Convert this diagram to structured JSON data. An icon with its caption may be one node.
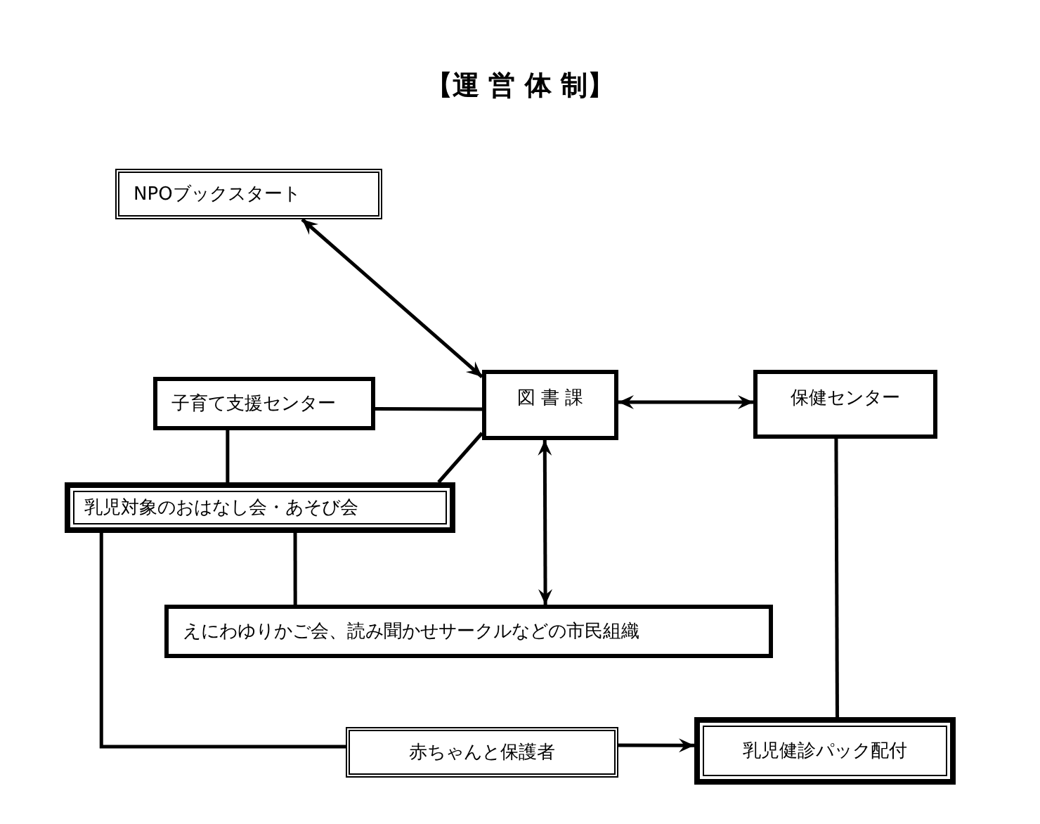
{
  "diagram": {
    "title": "【運 営 体 制】",
    "nodes": [
      {
        "text": [
          "NPOブックスタート"
        ]
      },
      {
        "text": [
          "子育て支援センター"
        ]
      },
      {
        "text": [
          "図 書 課"
        ]
      },
      {
        "text": [
          "保健センター"
        ]
      },
      {
        "text": [
          "乳児対象のおはなし会・あそび会"
        ]
      },
      {
        "text": [
          "えにわゆりかご会、読み聞かせサークルなどの市民組織"
        ]
      },
      {
        "text": [
          "赤ちゃんと保護者"
        ]
      },
      {
        "text": [
          "乳児健診パック配付"
        ]
      }
    ],
    "edges": [
      {
        "from": 0,
        "to": 2,
        "arrow": "both"
      },
      {
        "from": 1,
        "to": 2,
        "arrow": "none"
      },
      {
        "from": 2,
        "to": 3,
        "arrow": "both"
      },
      {
        "from": 1,
        "to": 4,
        "arrow": "none"
      },
      {
        "from": 2,
        "to": 4,
        "arrow": "none"
      },
      {
        "from": 2,
        "to": 5,
        "arrow": "both"
      },
      {
        "from": 4,
        "to": 5,
        "arrow": "none"
      },
      {
        "from": 4,
        "to": 6,
        "arrow": "none"
      },
      {
        "from": 6,
        "to": 7,
        "arrow": "to"
      },
      {
        "from": 3,
        "to": 7,
        "arrow": "none"
      }
    ]
  }
}
